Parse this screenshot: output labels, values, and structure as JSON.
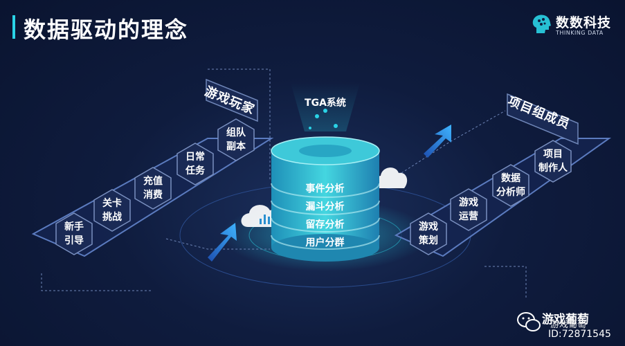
{
  "header": {
    "title": "数据驱动的理念",
    "logo_cn": "数数科技",
    "logo_en": "THINKING DATA"
  },
  "center": {
    "system": "TGA系统",
    "layers": [
      "事件分析",
      "漏斗分析",
      "留存分析",
      "用户分群"
    ]
  },
  "left_group": {
    "label": "游戏玩家",
    "items": [
      {
        "line1": "新手",
        "line2": "引导"
      },
      {
        "line1": "关卡",
        "line2": "挑战"
      },
      {
        "line1": "充值",
        "line2": "消费"
      },
      {
        "line1": "日常",
        "line2": "任务"
      },
      {
        "line1": "组队",
        "line2": "副本"
      }
    ]
  },
  "right_group": {
    "label": "项目组成员",
    "items": [
      {
        "line1": "游戏",
        "line2": "策划"
      },
      {
        "line1": "游戏",
        "line2": "运营"
      },
      {
        "line1": "数据",
        "line2": "分析师"
      },
      {
        "line1": "项目",
        "line2": "制作人"
      }
    ]
  },
  "watermark": {
    "name": "游戏葡萄",
    "name_overlay": "游戏葡萄",
    "id": "ID:72871545"
  },
  "colors": {
    "accent": "#2ad3e6",
    "hex_fill": "#1a2a55",
    "hex_stroke": "#6f86b8",
    "cylinder": "#3dc6d8"
  }
}
